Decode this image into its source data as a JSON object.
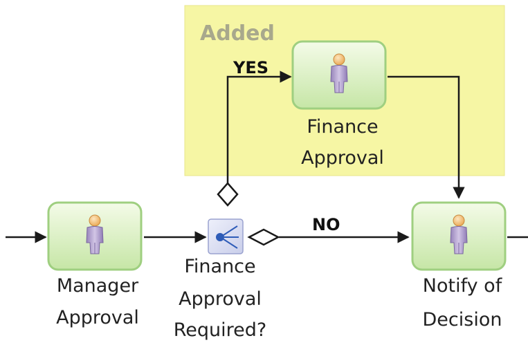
{
  "added_region": {
    "label": "Added"
  },
  "tasks": {
    "finance_approval": {
      "line1": "Finance",
      "line2": "Approval"
    },
    "manager_approval": {
      "line1": "Manager",
      "line2": "Approval"
    },
    "notify_of_decision": {
      "line1": "Notify of",
      "line2": "Decision"
    }
  },
  "gateway": {
    "line1": "Finance",
    "line2": "Approval",
    "line3": "Required?"
  },
  "flows": {
    "yes_label": "YES",
    "no_label": "NO"
  },
  "colors": {
    "added_fill": "#f6f6a4",
    "added_text": "#a8a88c",
    "task_fill_top": "#f4fbe8",
    "task_fill_bottom": "#c6e6a6",
    "task_border": "#9fcf80",
    "person_body": "#b6a7cd",
    "person_head": "#f3c27e",
    "connector": "#1a1a1a"
  }
}
